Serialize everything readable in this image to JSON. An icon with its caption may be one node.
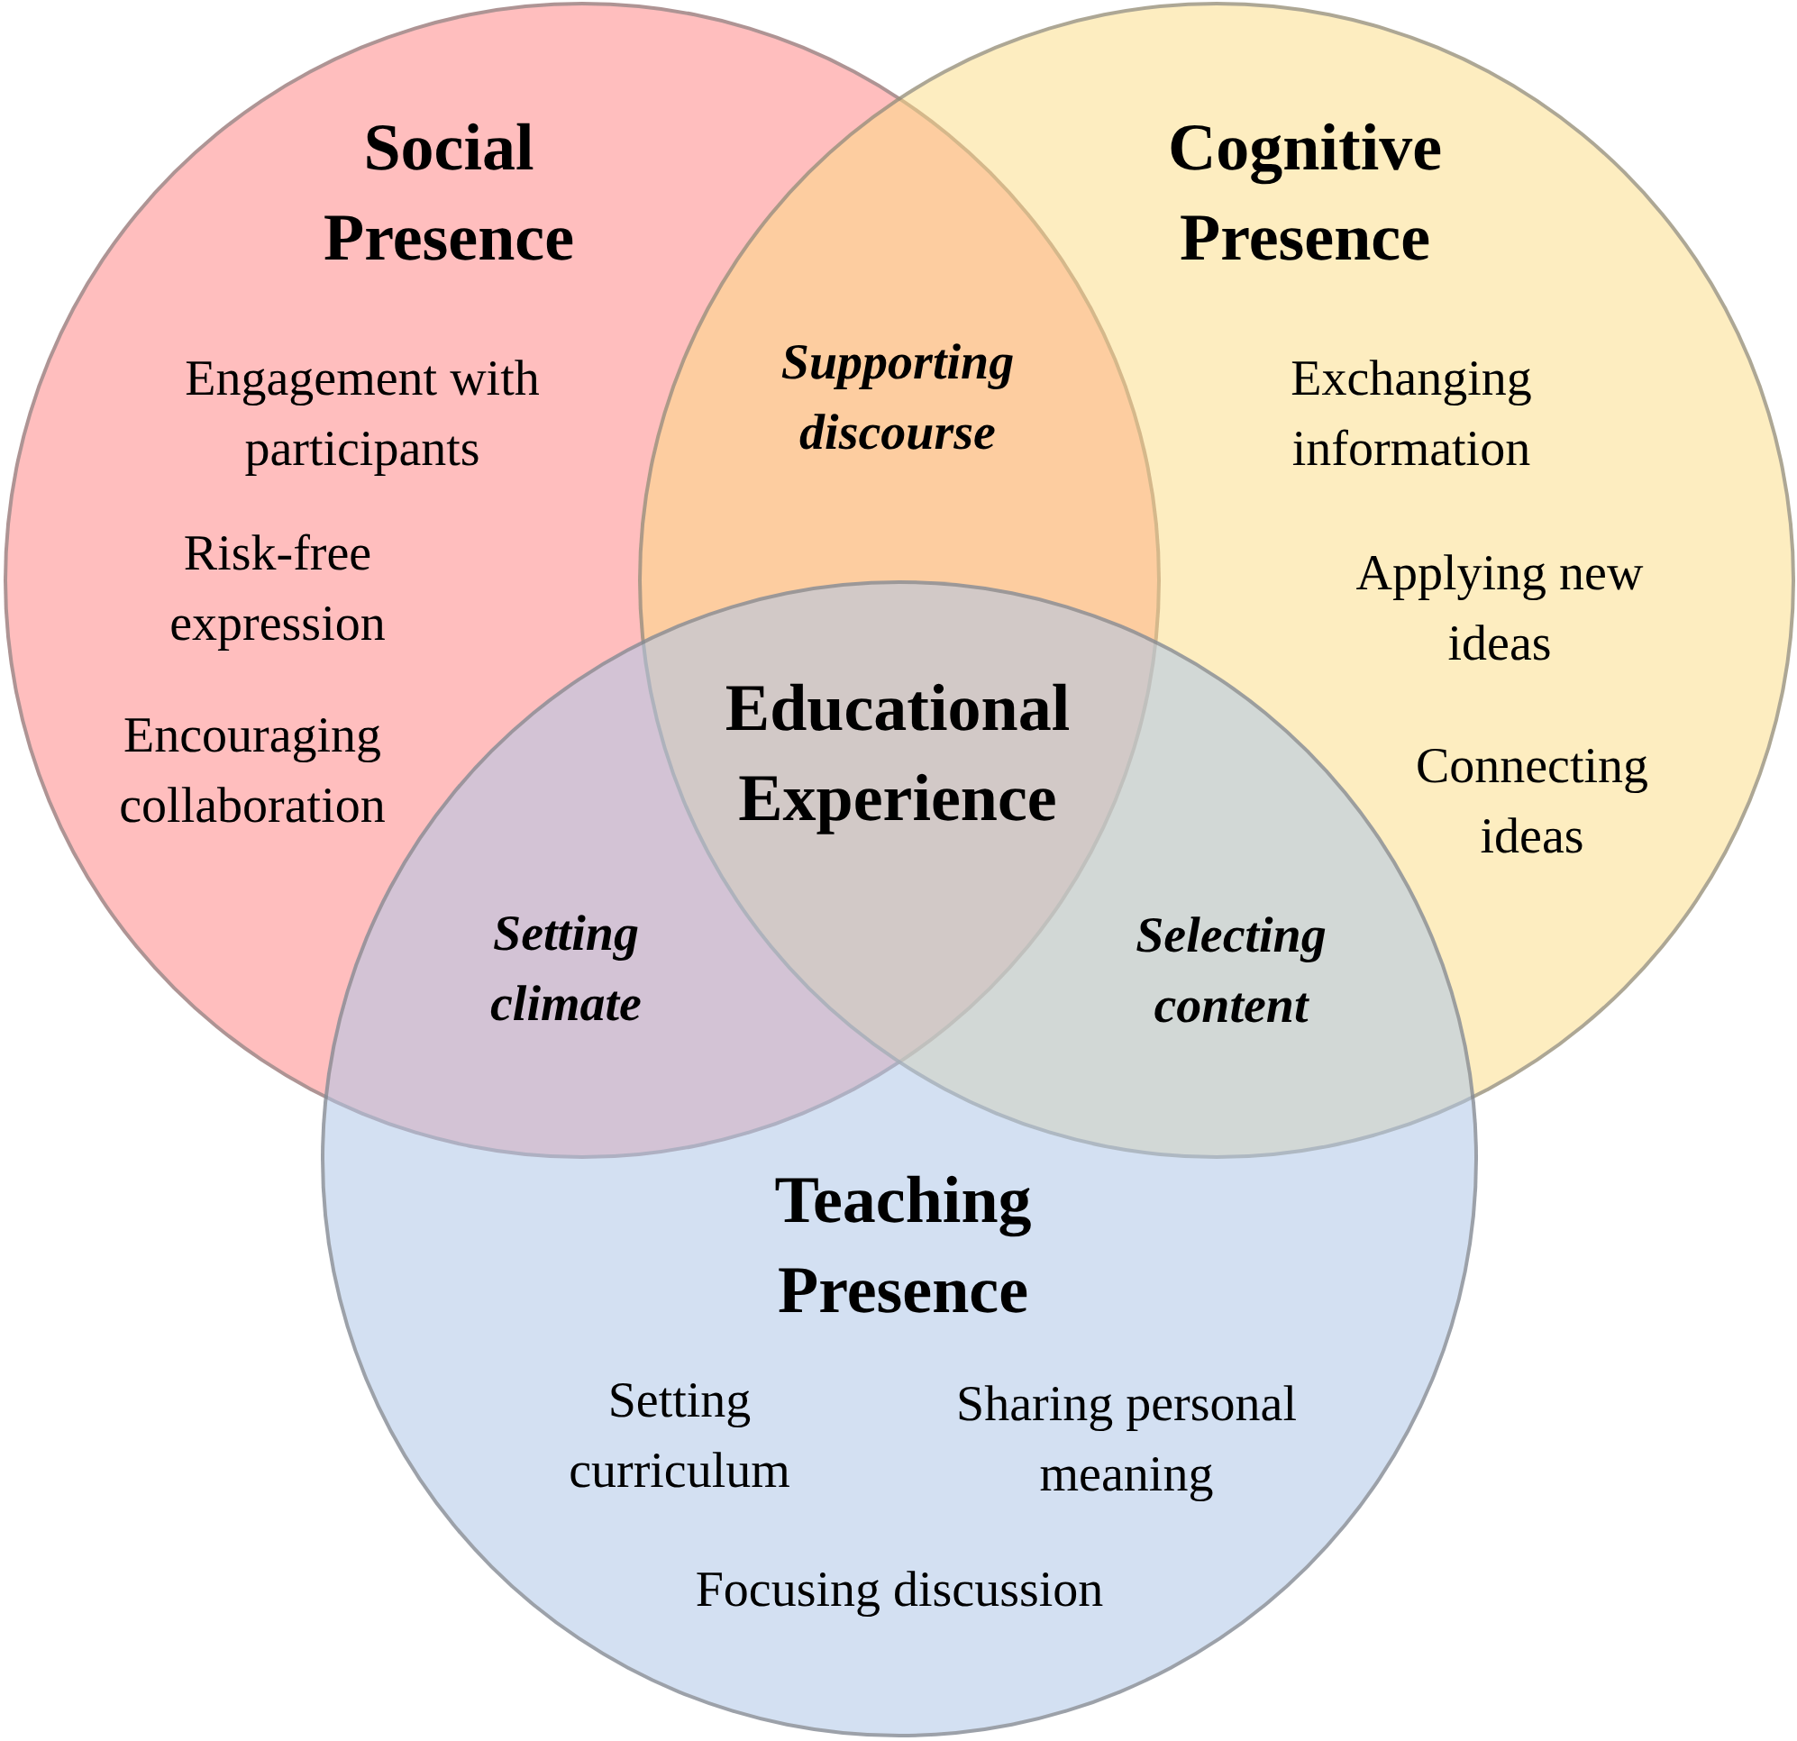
{
  "diagram": {
    "nodes": [
      {
        "text": [
          "Social Presence",
          "Engagement with participants",
          "Risk-free expression",
          "Encouraging collaboration"
        ]
      },
      {
        "text": [
          "Cognitive Presence",
          "Exchanging information",
          "Applying new ideas",
          "Connecting ideas"
        ]
      },
      {
        "text": [
          "Teaching Presence",
          "Setting curriculum",
          "Sharing personal meaning",
          "Focusing discussion"
        ]
      }
    ],
    "labels": [
      "Supporting discourse",
      "Educational Experience",
      "Setting climate",
      "Selecting content"
    ]
  }
}
